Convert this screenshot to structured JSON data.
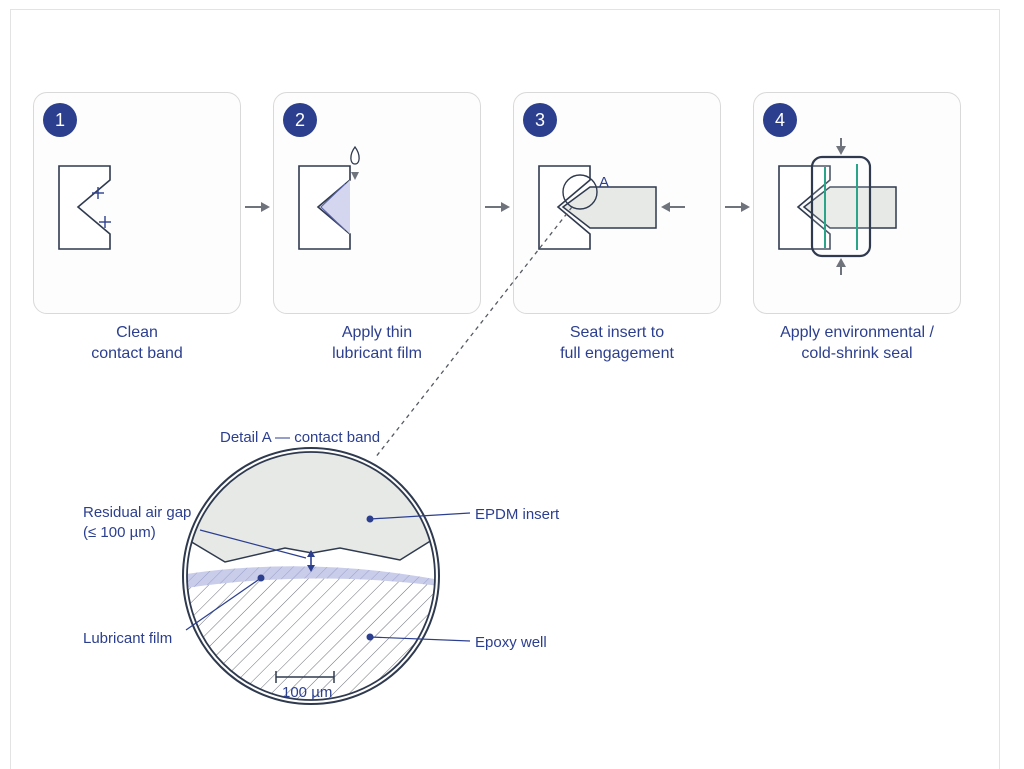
{
  "steps": [
    {
      "number": "1",
      "caption_line1": "Clean",
      "caption_line2": "contact band"
    },
    {
      "number": "2",
      "caption_line1": "Apply thin",
      "caption_line2": "lubricant film"
    },
    {
      "number": "3",
      "caption_line1": "Seat insert to",
      "caption_line2": "full engagement"
    },
    {
      "number": "4",
      "caption_line1": "Apply environmental /",
      "caption_line2": "cold-shrink seal"
    }
  ],
  "step3_marker": "A",
  "detail": {
    "title": "Detail A — contact band",
    "air_gap_line1": "Residual air gap",
    "air_gap_line2": "(≤ 100 µm)",
    "lubricant": "Lubricant film",
    "insert": "EPDM insert",
    "well": "Epoxy well",
    "scale": "100 µm"
  },
  "colors": {
    "accent": "#2c3f8f",
    "outline": "#2f3a4f",
    "insert_fill": "#e7e9e6",
    "seal_line": "#2aa58a",
    "lubricant_fill": "#c9cdea"
  }
}
